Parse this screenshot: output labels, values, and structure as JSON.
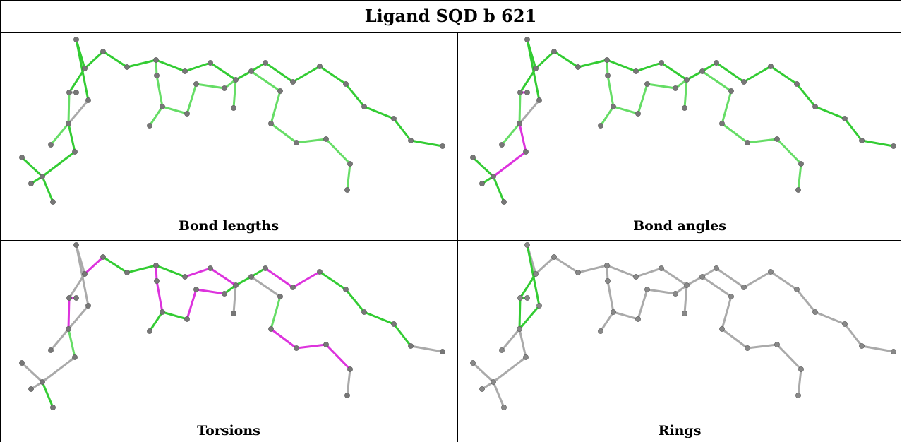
{
  "title": "Ligand SQD b 621",
  "panels": [
    {
      "key": "bond_lengths",
      "label": "Bond lengths"
    },
    {
      "key": "bond_angles",
      "label": "Bond angles"
    },
    {
      "key": "torsions",
      "label": "Torsions"
    },
    {
      "key": "rings",
      "label": "Rings"
    }
  ],
  "colors": {
    "good": "#33cc33",
    "good_light": "#66dd66",
    "outlier": "#dd33dd",
    "neutral": "#aaaaaa",
    "atom": "#777777"
  }
}
